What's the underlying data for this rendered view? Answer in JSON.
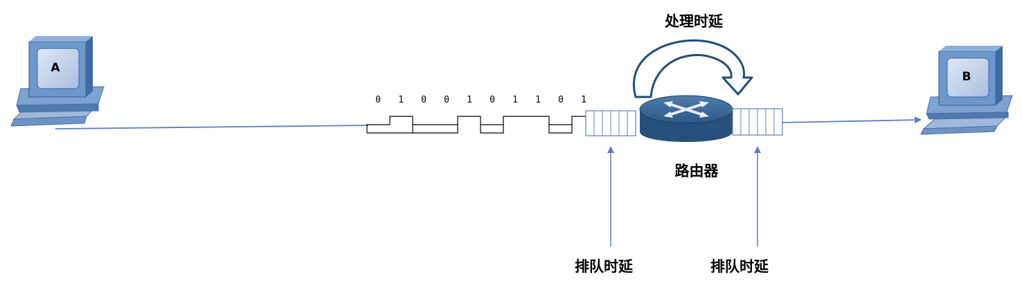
{
  "computer_a": {
    "label": "A"
  },
  "computer_b": {
    "label": "B"
  },
  "bits": [
    "0",
    "1",
    "0",
    "0",
    "1",
    "0",
    "1",
    "1",
    "0",
    "1"
  ],
  "processing_delay_label": "处理时延",
  "router_label": "路由器",
  "queue_delay_label_left": "排队时延",
  "queue_delay_label_right": "排队时延",
  "colors": {
    "link": "#5b7fbf",
    "monitor": "#5c8fc4",
    "router": "#2e5a89",
    "arrow_outline": "#1f4e79"
  }
}
